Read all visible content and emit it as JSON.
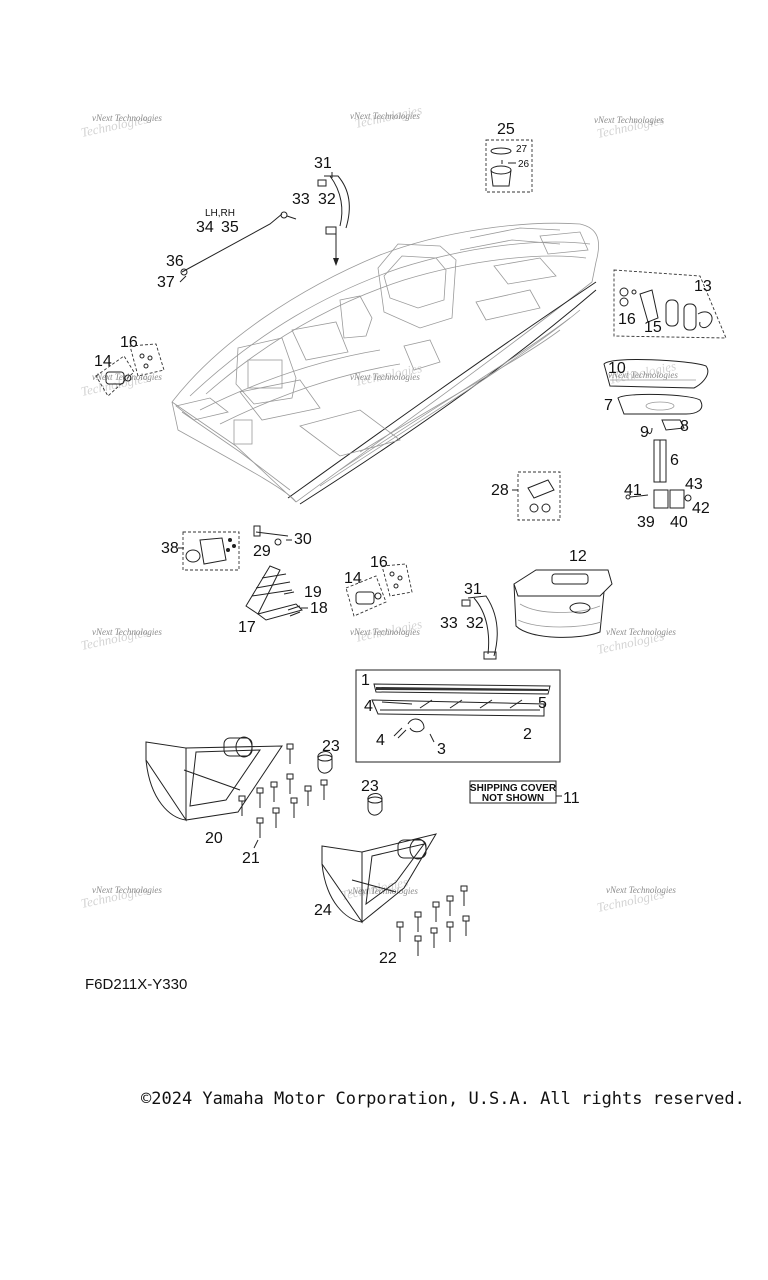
{
  "diagram": {
    "code": "F6D211X-Y330",
    "copyright": "©2024 Yamaha Motor Corporation, U.S.A. All rights reserved.",
    "side_label": "LH,RH",
    "note": {
      "line1": "SHIPPING COVER",
      "line2": "NOT SHOWN"
    },
    "watermark": {
      "line1": "vNext Technologies",
      "line2": "Technologies"
    },
    "callouts": {
      "c1": "1",
      "c2": "2",
      "c3": "3",
      "c4a": "4",
      "c4b": "4",
      "c5": "5",
      "c6": "6",
      "c7": "7",
      "c8": "8",
      "c9": "9",
      "c10": "10",
      "c11": "11",
      "c12": "12",
      "c13": "13",
      "c14a": "14",
      "c14b": "14",
      "c15": "15",
      "c16a": "16",
      "c16b": "16",
      "c16c": "16",
      "c17": "17",
      "c18": "18",
      "c19": "19",
      "c20": "20",
      "c21": "21",
      "c22": "22",
      "c23a": "23",
      "c23b": "23",
      "c24": "24",
      "c25": "25",
      "c26": "26",
      "c27": "27",
      "c28": "28",
      "c29": "29",
      "c30": "30",
      "c31a": "31",
      "c31b": "31",
      "c32a": "32",
      "c32b": "32",
      "c33a": "33",
      "c33b": "33",
      "c34": "34",
      "c35": "35",
      "c36": "36",
      "c37": "37",
      "c38": "38",
      "c39": "39",
      "c40": "40",
      "c41": "41",
      "c42": "42",
      "c43": "43"
    }
  }
}
